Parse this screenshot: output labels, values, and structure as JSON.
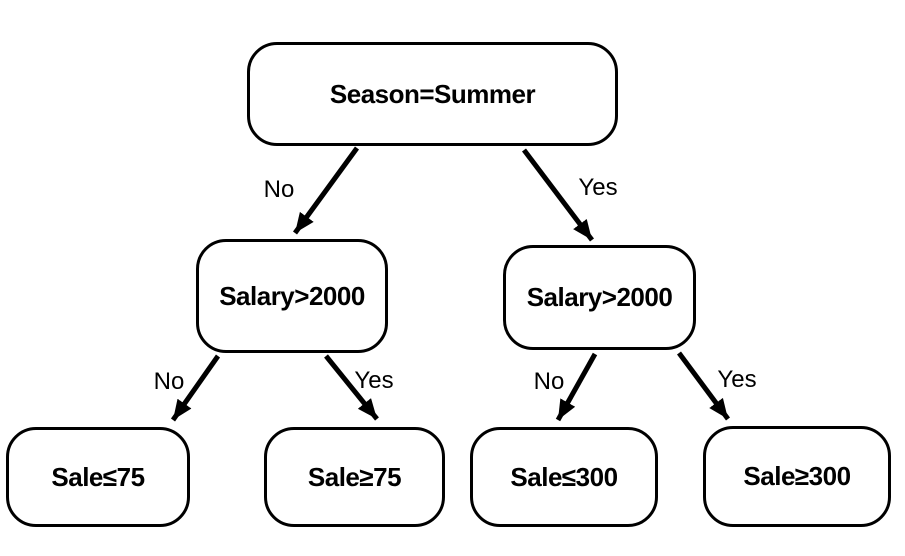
{
  "diagram": {
    "type": "decision-tree",
    "background_color": "#ffffff",
    "node_fill_color": "#ffffff",
    "node_border_color": "#000000",
    "line_color": "#000000",
    "text_color": "#000000",
    "nodes": [
      {
        "id": "season-summer",
        "label": "Season=Summer",
        "level": 0
      },
      {
        "id": "salary-2000-left",
        "label": "Salary>2000",
        "level": 1
      },
      {
        "id": "salary-2000-right",
        "label": "Salary>2000",
        "level": 1
      },
      {
        "id": "sale-le-75",
        "label": "Sale≤75",
        "level": 2
      },
      {
        "id": "sale-ge-75",
        "label": "Sale≥75",
        "level": 2
      },
      {
        "id": "sale-le-300",
        "label": "Sale≤300",
        "level": 2
      },
      {
        "id": "sale-ge-300",
        "label": "Sale≥300",
        "level": 2
      }
    ],
    "edges": [
      {
        "from": "season-summer",
        "to": "salary-2000-left",
        "label": "No"
      },
      {
        "from": "season-summer",
        "to": "salary-2000-right",
        "label": "Yes"
      },
      {
        "from": "salary-2000-left",
        "to": "sale-le-75",
        "label": "No"
      },
      {
        "from": "salary-2000-left",
        "to": "sale-ge-75",
        "label": "Yes"
      },
      {
        "from": "salary-2000-right",
        "to": "sale-le-300",
        "label": "No"
      },
      {
        "from": "salary-2000-right",
        "to": "sale-ge-300",
        "label": "Yes"
      }
    ]
  }
}
